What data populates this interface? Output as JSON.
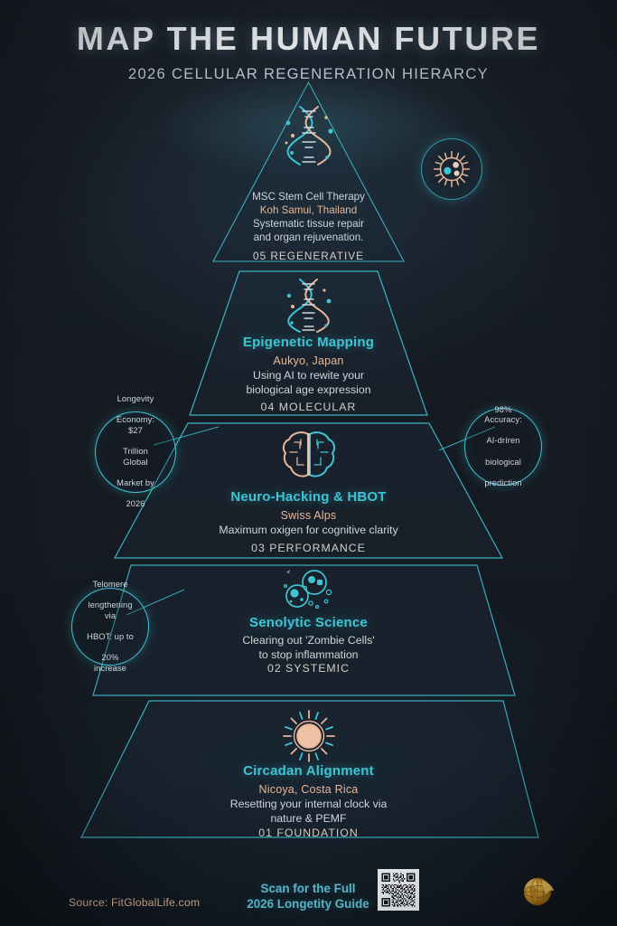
{
  "header": {
    "title": "MAP THE HUMAN FUTURE",
    "subtitle": "2026 CELLULAR REGENERATION HIERARCY"
  },
  "colors": {
    "accent_cyan": "#3fc4d4",
    "accent_peach": "#e6b79a",
    "background": "#171c24",
    "text_light": "#e8ecf1",
    "gold": "#d9a12a"
  },
  "levels": [
    {
      "tier": "05 REGENERATIVE",
      "heading": "MSC Stem Cell Therapy",
      "location": "Koh Samui, Thailand",
      "desc_line1": "Systematic tissue repair",
      "desc_line2": "and organ rejuvenation.",
      "icon": "dna-helix-icon"
    },
    {
      "tier": "04 MOLECULAR",
      "heading": "Epigenetic Mapping",
      "location": "Aukyo, Japan",
      "desc_line1": "Using AI to rewite your",
      "desc_line2": "biological age expression",
      "icon": "dna-helix-icon"
    },
    {
      "tier": "03 PERFORMANCE",
      "heading": "Neuro-Hacking & HBOT",
      "location": "Swiss Alps",
      "desc_line1": "Maximum oxigen for cognitive clarity",
      "desc_line2": "",
      "icon": "brain-circuit-icon"
    },
    {
      "tier": "02 SYSTEMIC",
      "heading": "Senolytic Science",
      "location": "",
      "desc_line1": "Clearing out 'Zombie Cells'",
      "desc_line2": "to stop inflammation",
      "icon": "cells-icon"
    },
    {
      "tier": "01 FOUNDATION",
      "heading": "Circadan Alignment",
      "location": "Nicoya, Costa Rica",
      "desc_line1": "Resetting your internal clock via",
      "desc_line2": "nature & PEMF",
      "icon": "sun-icon"
    }
  ],
  "callouts": [
    {
      "id": "longevity-economy",
      "line1": "Longevity",
      "line2": "Economy: $27",
      "line3": "Trillion Global",
      "line4": "Market by",
      "line5": "2026"
    },
    {
      "id": "ai-accuracy",
      "line1": "98% Accuracy:",
      "line2": "AI-dríren",
      "line3": "biological",
      "line4": "prediction",
      "line5": ""
    },
    {
      "id": "telomere",
      "line1": "Telomere",
      "line2": "lengthening via",
      "line3": "HBOT: up to",
      "line4": "20% increase",
      "line5": ""
    }
  ],
  "footer": {
    "source": "Source: FitGlobalLife.com",
    "scan_line1": "Scan for the Full",
    "scan_line2": "2026 Longetity Guide",
    "qr_label": "qr-code",
    "logo_label": "globe-logo"
  },
  "icons": {
    "cell_badge": "cell-icon"
  }
}
